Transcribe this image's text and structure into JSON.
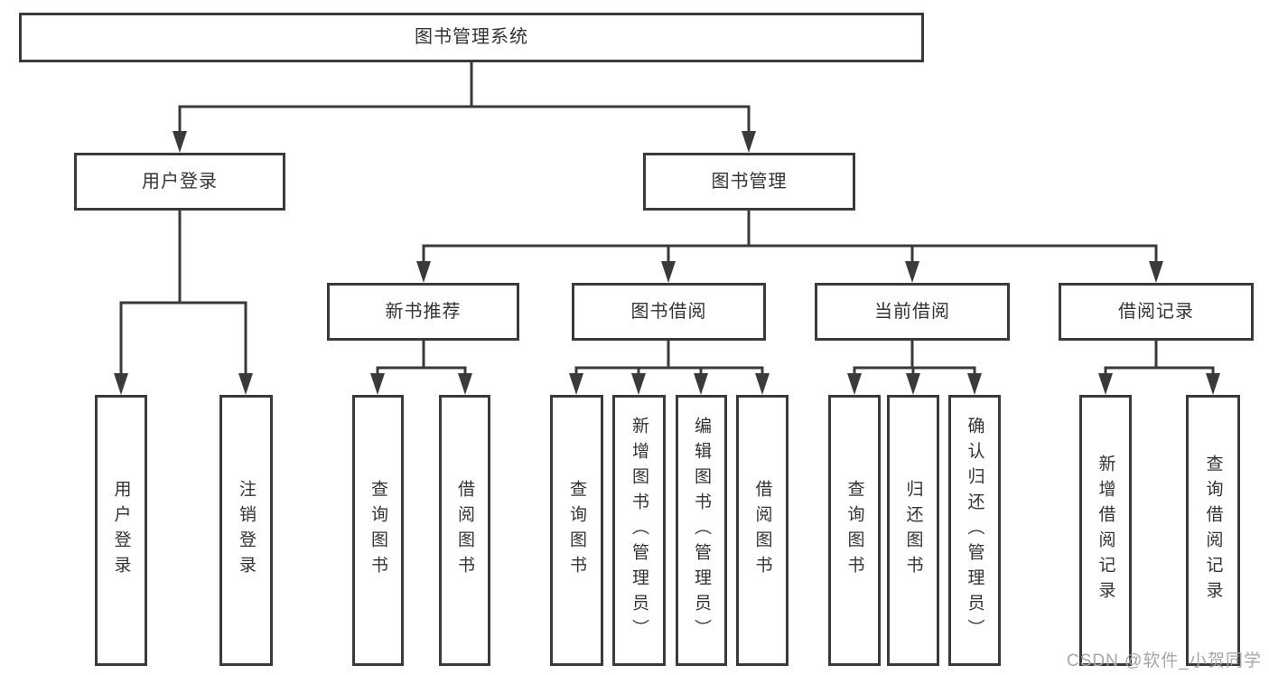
{
  "tree": {
    "label": "图书管理系统",
    "children": [
      {
        "label": "用户登录",
        "children": [
          {
            "label": "用户登录"
          },
          {
            "label": "注销登录"
          }
        ]
      },
      {
        "label": "图书管理",
        "children": [
          {
            "label": "新书推荐",
            "children": [
              {
                "label": "查询图书"
              },
              {
                "label": "借阅图书"
              }
            ]
          },
          {
            "label": "图书借阅",
            "children": [
              {
                "label": "查询图书"
              },
              {
                "label": "新增图书（管理员）"
              },
              {
                "label": "编辑图书（管理员）"
              },
              {
                "label": "借阅图书"
              }
            ]
          },
          {
            "label": "当前借阅",
            "children": [
              {
                "label": "查询图书"
              },
              {
                "label": "归还图书"
              },
              {
                "label": "确认归还（管理员）"
              }
            ]
          },
          {
            "label": "借阅记录",
            "children": [
              {
                "label": "新增借阅记录"
              },
              {
                "label": "查询借阅记录"
              }
            ]
          }
        ]
      }
    ]
  },
  "watermark": {
    "text": "CSDN @软件_小贺同学"
  },
  "colors": {
    "line": "#3a3a3a",
    "text": "#333333",
    "background": "#ffffff",
    "watermark": "#a6a6a6"
  }
}
